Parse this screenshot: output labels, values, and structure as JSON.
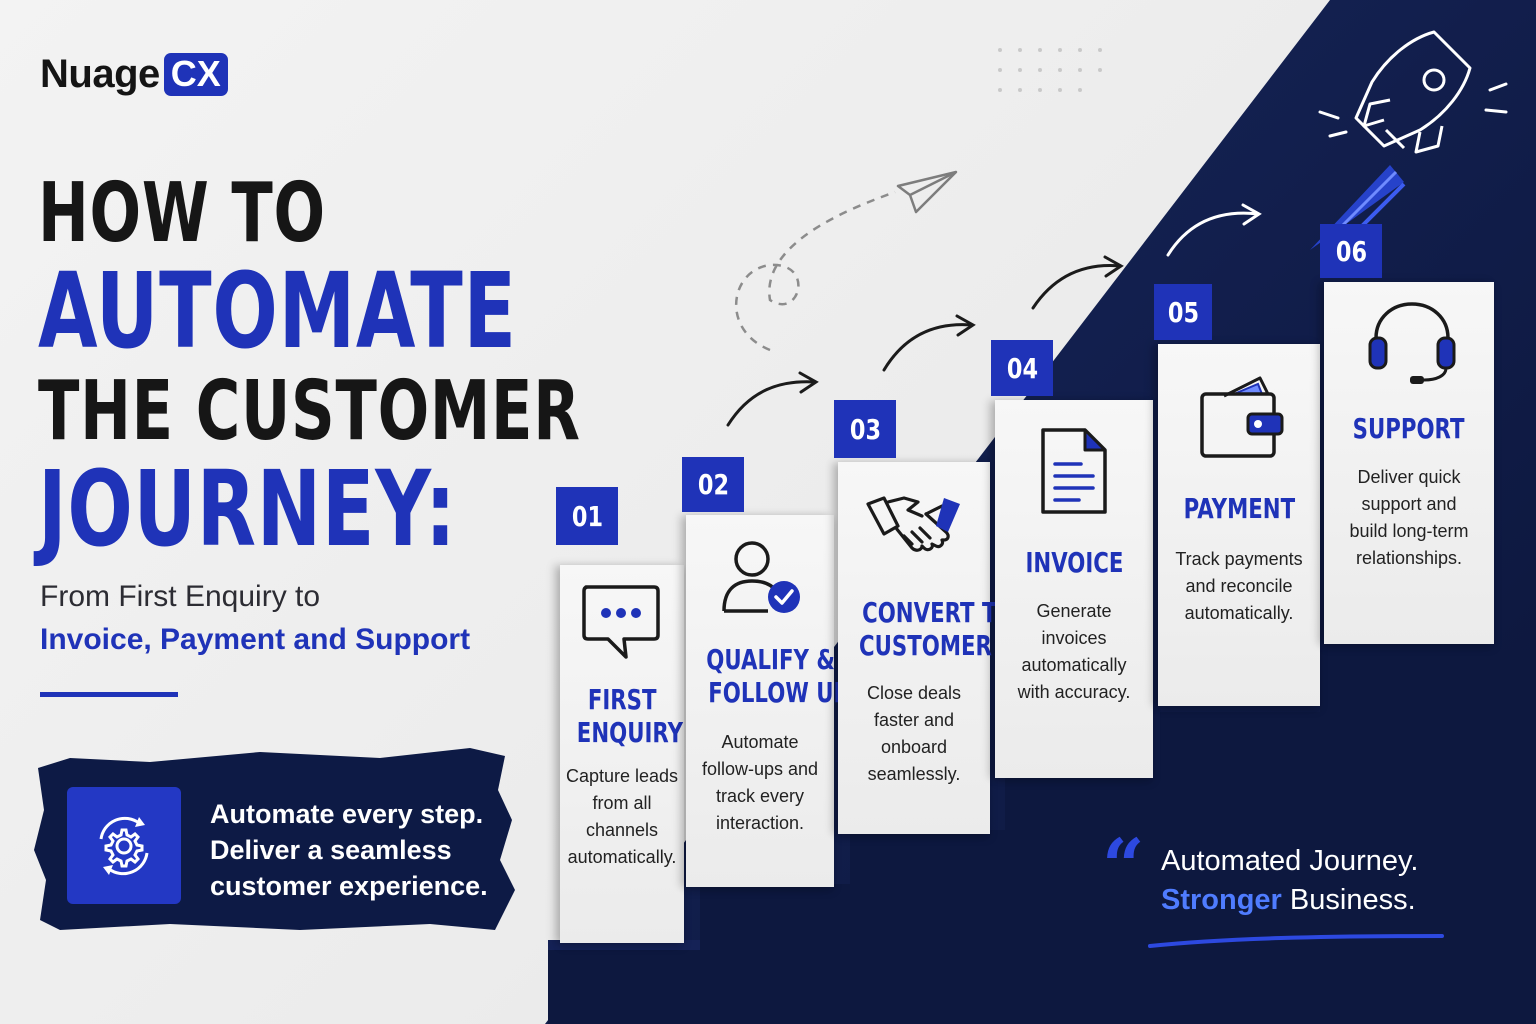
{
  "brand": {
    "name": "Nuage",
    "suffix": "CX"
  },
  "headline": {
    "line1": "HOW TO",
    "line2": "AUTOMATE",
    "line3": "THE CUSTOMER",
    "line4": "JOURNEY:"
  },
  "subtitle": {
    "line1": "From First Enquiry to",
    "line2": "Invoice, Payment and Support"
  },
  "banner": {
    "line1": "Automate every step.",
    "line2": "Deliver a seamless",
    "line3": "customer experience."
  },
  "steps": [
    {
      "number": "01",
      "title": [
        "FIRST",
        "ENQUIRY"
      ],
      "desc": [
        "Capture leads",
        "from all",
        "channels",
        "automatically."
      ],
      "icon": "chat-bubble-icon"
    },
    {
      "number": "02",
      "title": [
        "QUALIFY &",
        "FOLLOW UP"
      ],
      "desc": [
        "Automate",
        "follow-ups and",
        "track every",
        "interaction."
      ],
      "icon": "user-check-icon"
    },
    {
      "number": "03",
      "title": [
        "CONVERT TO",
        "CUSTOMER"
      ],
      "desc": [
        "Close deals",
        "faster and",
        "onboard",
        "seamlessly."
      ],
      "icon": "handshake-icon"
    },
    {
      "number": "04",
      "title": [
        "INVOICE"
      ],
      "desc": [
        "Generate",
        "invoices",
        "automatically",
        "with accuracy."
      ],
      "icon": "document-icon"
    },
    {
      "number": "05",
      "title": [
        "PAYMENT"
      ],
      "desc": [
        "Track payments",
        "and reconcile",
        "automatically."
      ],
      "icon": "wallet-icon"
    },
    {
      "number": "06",
      "title": [
        "SUPPORT"
      ],
      "desc": [
        "Deliver quick",
        "support and",
        "build long-term",
        "relationships."
      ],
      "icon": "headset-icon"
    }
  ],
  "quote": {
    "mark": "“",
    "line1": "Automated Journey.",
    "strong": "Stronger",
    "line2_rest": " Business."
  },
  "colors": {
    "accent": "#1f33b8",
    "navy": "#0f1b47",
    "highlight": "#4f7cff"
  }
}
